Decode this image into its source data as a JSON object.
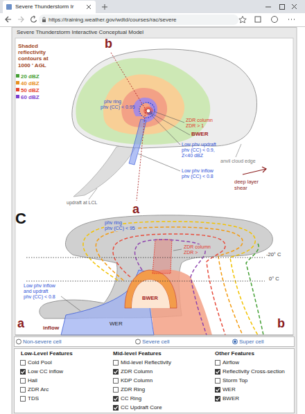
{
  "diagram": {
    "title": "Severe Thunderstorm Interactive Conceptual Model",
    "nodes": [
      {
        "text": [
          "Severe Thunderstorm Ir"
        ]
      },
      {
        "text": [
          "https://training.weather.gov/wdtd/courses/rac/severe"
        ]
      },
      {
        "text": [
          "Non-severe cell",
          "Severe cell",
          "Super cell"
        ]
      },
      {
        "text": [
          "Low-Level Features",
          "Mid-level Features",
          "Other Features",
          "Cold Pool",
          "Low CC inflow",
          "Hail",
          "ZDR Arc",
          "TDS",
          "Mid-level Reflectivity",
          "ZDR Column",
          "KDP Column",
          "ZDR Ring",
          "CC Ring",
          "CC Updraft Core",
          "Airflow",
          "Reflectivity Cross-section",
          "Storm Top",
          "WER",
          "BWER"
        ]
      }
    ],
    "labels": [
      "Shaded reflectivity contours at 1000 ' AGL",
      "b",
      "phv ring",
      "phv (CC) < 0.95",
      "ZDR column",
      "ZDR > 1",
      "BWER",
      "Low phv updraft",
      "phv (CC) < 0.9, Z<40 dBZ",
      "anvil cloud edge",
      "Low phv inflow",
      "phv (CC) < 0.8",
      "deep layer shear",
      "updraft at LCL",
      "a",
      "C",
      "phv ring",
      "phv (CC) < 95",
      "ZDR column",
      "ZDR >",
      "-20° C",
      "0° C",
      "BWER",
      "Low phv inflow and updraft",
      "phv (CC) < 0.8",
      "WER",
      "a",
      "inflow",
      "b"
    ],
    "legend": [
      {
        "text": "20 dBZ",
        "color": "#45a035"
      },
      {
        "text": "40 dBZ",
        "color": "#e8901e"
      },
      {
        "text": "50 dBZ",
        "color": "#e5432e"
      },
      {
        "text": "60 dBZ",
        "color": "#7b3fd0"
      }
    ]
  }
}
